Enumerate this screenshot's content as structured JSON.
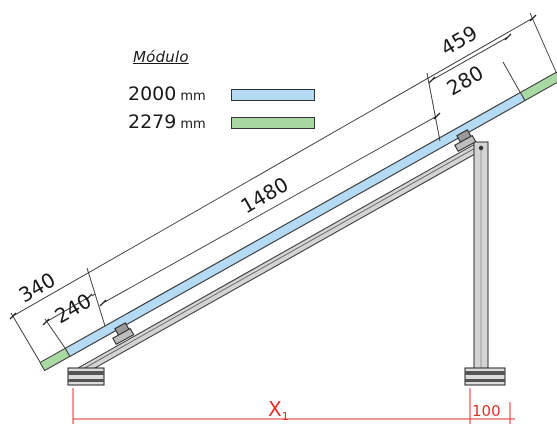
{
  "legend": {
    "title": "Módulo",
    "items": [
      {
        "value": "2000",
        "unit": "mm",
        "color": "#b4daf4"
      },
      {
        "value": "2279",
        "unit": "mm",
        "color": "#a9d8a3"
      }
    ]
  },
  "dimensions": {
    "overall_top": "459",
    "right_offset": "280",
    "span": "1480",
    "overall_bottom": "340",
    "left_offset": "240"
  },
  "base_labels": {
    "x": "X",
    "x_sub": "1",
    "offset": "100"
  },
  "colors": {
    "module_blue": "#b4daf4",
    "module_green": "#a9d8a3",
    "frame_gray": "#d4d4d4",
    "outline": "#333333",
    "dimension_red": "#e0302a"
  }
}
